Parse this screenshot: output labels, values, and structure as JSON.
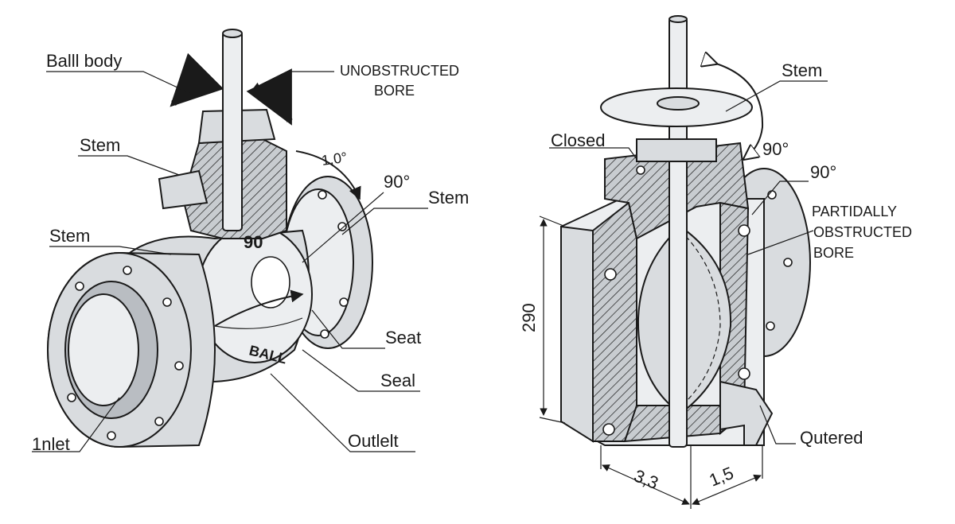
{
  "left_valve": {
    "labels": {
      "ball_body": "Balll body",
      "unobstructed": [
        "UNOBSTRUCTED",
        "BORE"
      ],
      "stem_a": "Stem",
      "angle_a": "1,0°",
      "angle_b": "90°",
      "stem_b": "Stem",
      "stem_c": "Stem",
      "seat": "Seat",
      "seal": "Seal",
      "inlet": "1nlet",
      "outlet": "Outlelt",
      "ball_engraving": "BALL",
      "ball_number": "90"
    }
  },
  "right_valve": {
    "labels": {
      "stem": "Stem",
      "closed": "Closed",
      "angle_a": "90°",
      "angle_b": "90°",
      "partially": [
        "PARTIDALLY",
        "OBSTRUCTED",
        "BORE"
      ],
      "dim_height": "290",
      "dim_width_a": "3,3",
      "dim_width_b": "1,5",
      "qutered": "Qutered"
    }
  }
}
